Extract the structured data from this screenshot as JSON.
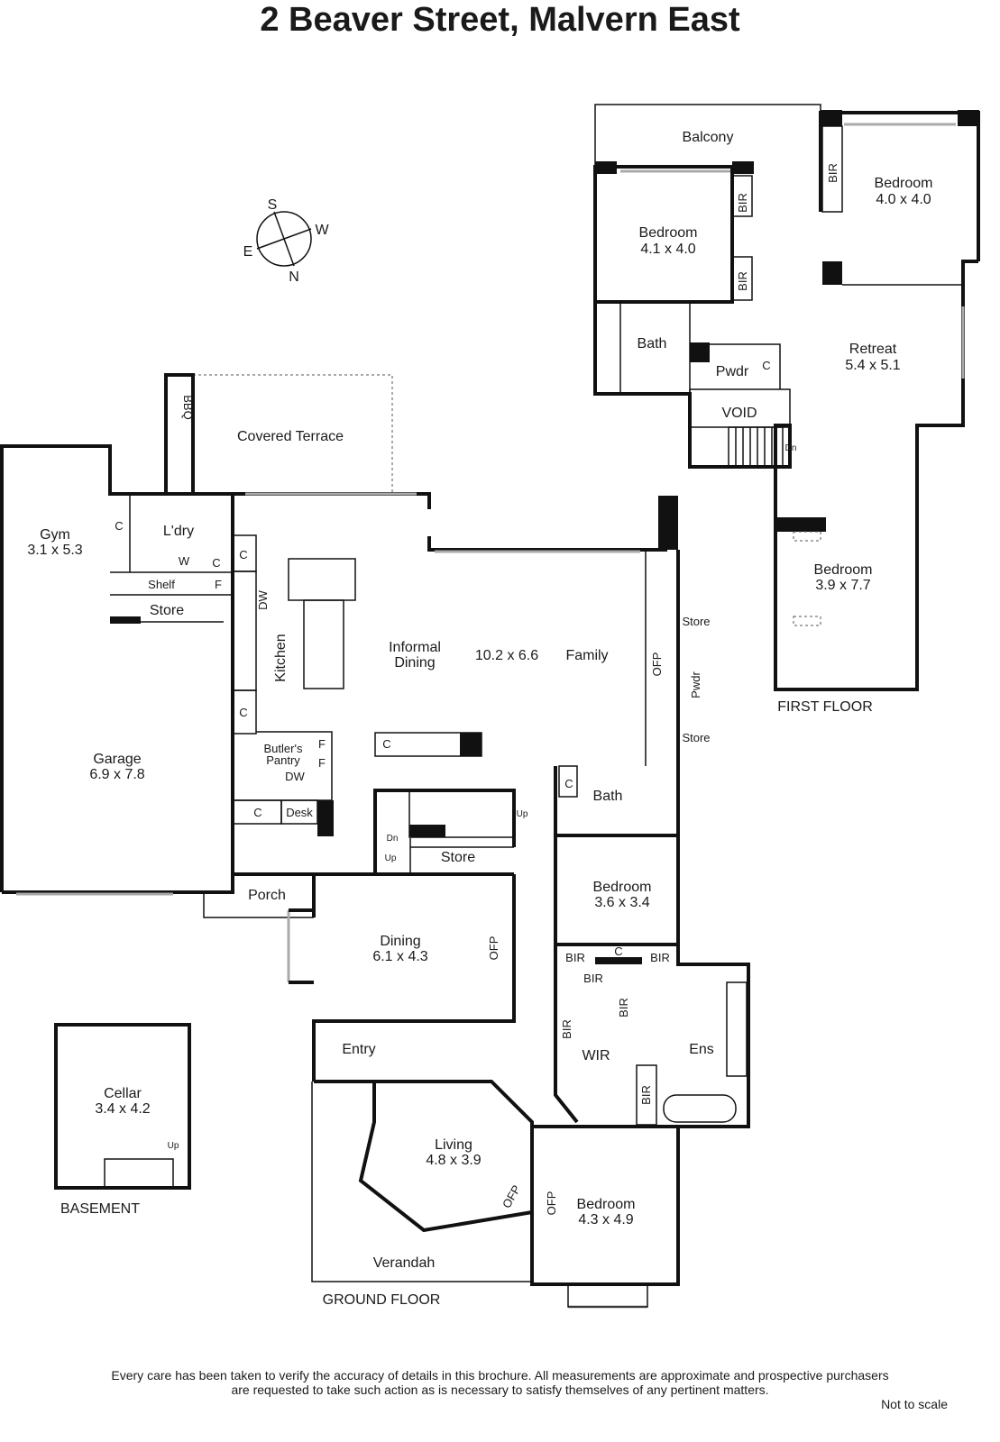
{
  "title": "2 Beaver Street, Malvern East",
  "compass": {
    "n": "N",
    "s": "S",
    "e": "E",
    "w": "W"
  },
  "floors": {
    "first": "FIRST FLOOR",
    "ground": "GROUND FLOOR",
    "basement": "BASEMENT"
  },
  "first_floor": {
    "balcony": "Balcony",
    "bed1": {
      "name": "Bedroom",
      "size": "4.1 x 4.0"
    },
    "bed2": {
      "name": "Bedroom",
      "size": "4.0 x 4.0"
    },
    "bath": "Bath",
    "pwdr": "Pwdr",
    "void": "VOID",
    "c": "C",
    "bir": "BIR",
    "dn": "Dn",
    "retreat": {
      "name": "Retreat",
      "size": "5.4 x 5.1"
    },
    "bed3": {
      "name": "Bedroom",
      "size": "3.9 x 7.7"
    }
  },
  "ground_floor": {
    "terrace": "Covered Terrace",
    "bbq": "BBQ",
    "gym": {
      "name": "Gym",
      "size": "3.1 x 5.3"
    },
    "garage": {
      "name": "Garage",
      "size": "6.9 x 7.8"
    },
    "ldry": "L'dry",
    "shelf": "Shelf",
    "store": "Store",
    "c": "C",
    "w": "W",
    "f": "F",
    "dw": "DW",
    "kitchen": "Kitchen",
    "informal": "Informal",
    "dining_word": "Dining",
    "main_size": "10.2 x 6.6",
    "family": "Family",
    "butlers": "Butler's",
    "pantry": "Pantry",
    "desk": "Desk",
    "ofp": "OFP",
    "pwdr": "Pwdr",
    "bath": "Bath",
    "up": "Up",
    "dn": "Dn",
    "porch": "Porch",
    "dining": {
      "name": "Dining",
      "size": "6.1 x 4.3"
    },
    "entry": "Entry",
    "bed_a": {
      "name": "Bedroom",
      "size": "3.6 x 3.4"
    },
    "bir": "BIR",
    "wir": "WIR",
    "ens": "Ens",
    "living": {
      "name": "Living",
      "size": "4.8 x 3.9"
    },
    "bed_b": {
      "name": "Bedroom",
      "size": "4.3 x 4.9"
    },
    "verandah": "Verandah"
  },
  "basement": {
    "cellar": {
      "name": "Cellar",
      "size": "3.4 x 4.2"
    },
    "up": "Up"
  },
  "disclaimer_1": "Every care has been taken to verify the accuracy of details in this brochure.  All measurements are approximate and prospective purchasers",
  "disclaimer_2": "are requested to take such action as is necessary to satisfy themselves of any pertinent matters.",
  "not_to_scale": "Not to scale"
}
